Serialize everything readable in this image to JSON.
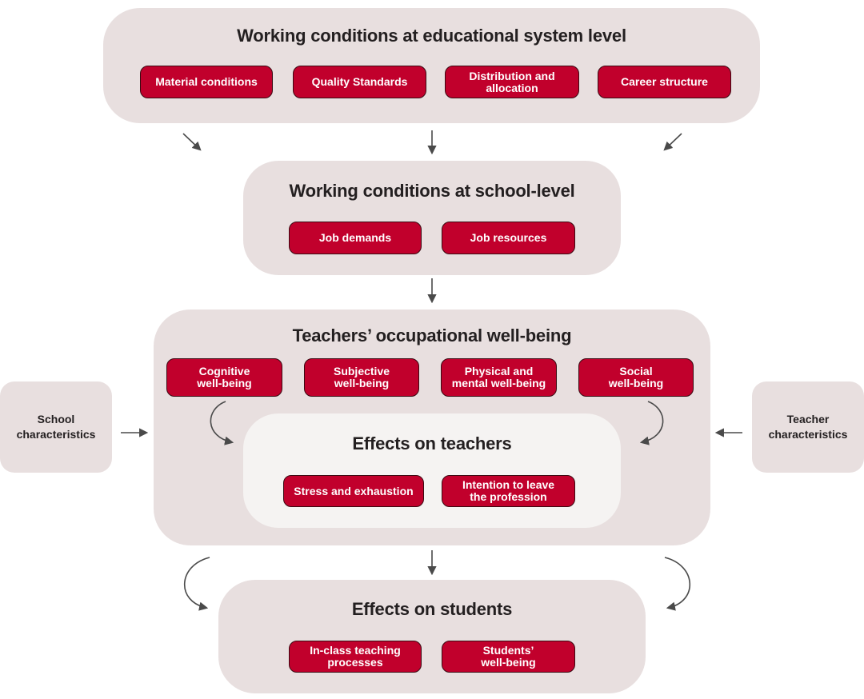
{
  "system_level": {
    "title": "Working conditions at educational system level",
    "items": [
      "Material conditions",
      "Quality Standards",
      "Distribution and\nallocation",
      "Career structure"
    ]
  },
  "school_level": {
    "title": "Working conditions at school-level",
    "items": [
      "Job demands",
      "Job resources"
    ]
  },
  "wellbeing": {
    "title": "Teachers’ occupational well-being",
    "items": [
      "Cognitive\nwell-being",
      "Subjective\nwell-being",
      "Physical and\nmental well-being",
      "Social\nwell-being"
    ]
  },
  "effects_teachers": {
    "title": "Effects on teachers",
    "items": [
      "Stress and exhaustion",
      "Intention to leave\nthe profession"
    ]
  },
  "effects_students": {
    "title": "Effects on students",
    "items": [
      "In-class teaching\nprocesses",
      "Students’\nwell-being"
    ]
  },
  "school_characteristics": "School\ncharacteristics",
  "teacher_characteristics": "Teacher\ncharacteristics",
  "colors": {
    "panel": "#e8dfdf",
    "inner_panel": "#f5f3f2",
    "chip": "#c1002c",
    "arrow": "#4a4a4a"
  }
}
